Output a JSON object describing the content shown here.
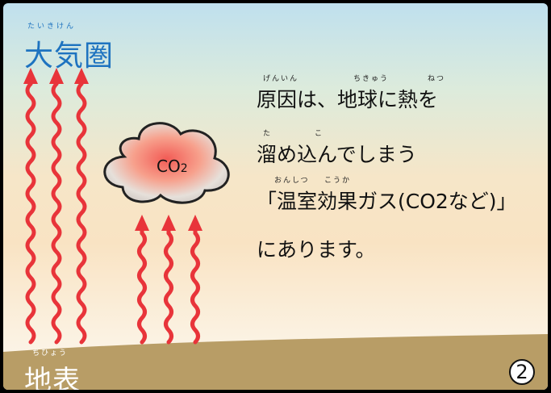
{
  "title": {
    "text": "大気圏",
    "ruby": "たいきけん"
  },
  "ground_label": {
    "text": "地表",
    "ruby": "ちひょう"
  },
  "page_number": "2",
  "cloud": {
    "label": "CO",
    "subscript": "2"
  },
  "explanation": {
    "line1": "原因は、地球に熱を",
    "line1_ruby": [
      "げんいん",
      "ちきゅう",
      "ねつ"
    ],
    "line2": "溜め込んでしまう",
    "line2_ruby": [
      "た",
      "こ"
    ],
    "line3": "「温室効果ガス(CO2など)」",
    "line3_ruby": [
      "おんしつ",
      "こうか"
    ],
    "line4": "にあります。"
  },
  "colors": {
    "title": "#1e73c0",
    "arrow": "#e8343a",
    "ground": "#b89d66"
  },
  "icons": [
    "wavy-arrow-up",
    "co2-cloud"
  ]
}
